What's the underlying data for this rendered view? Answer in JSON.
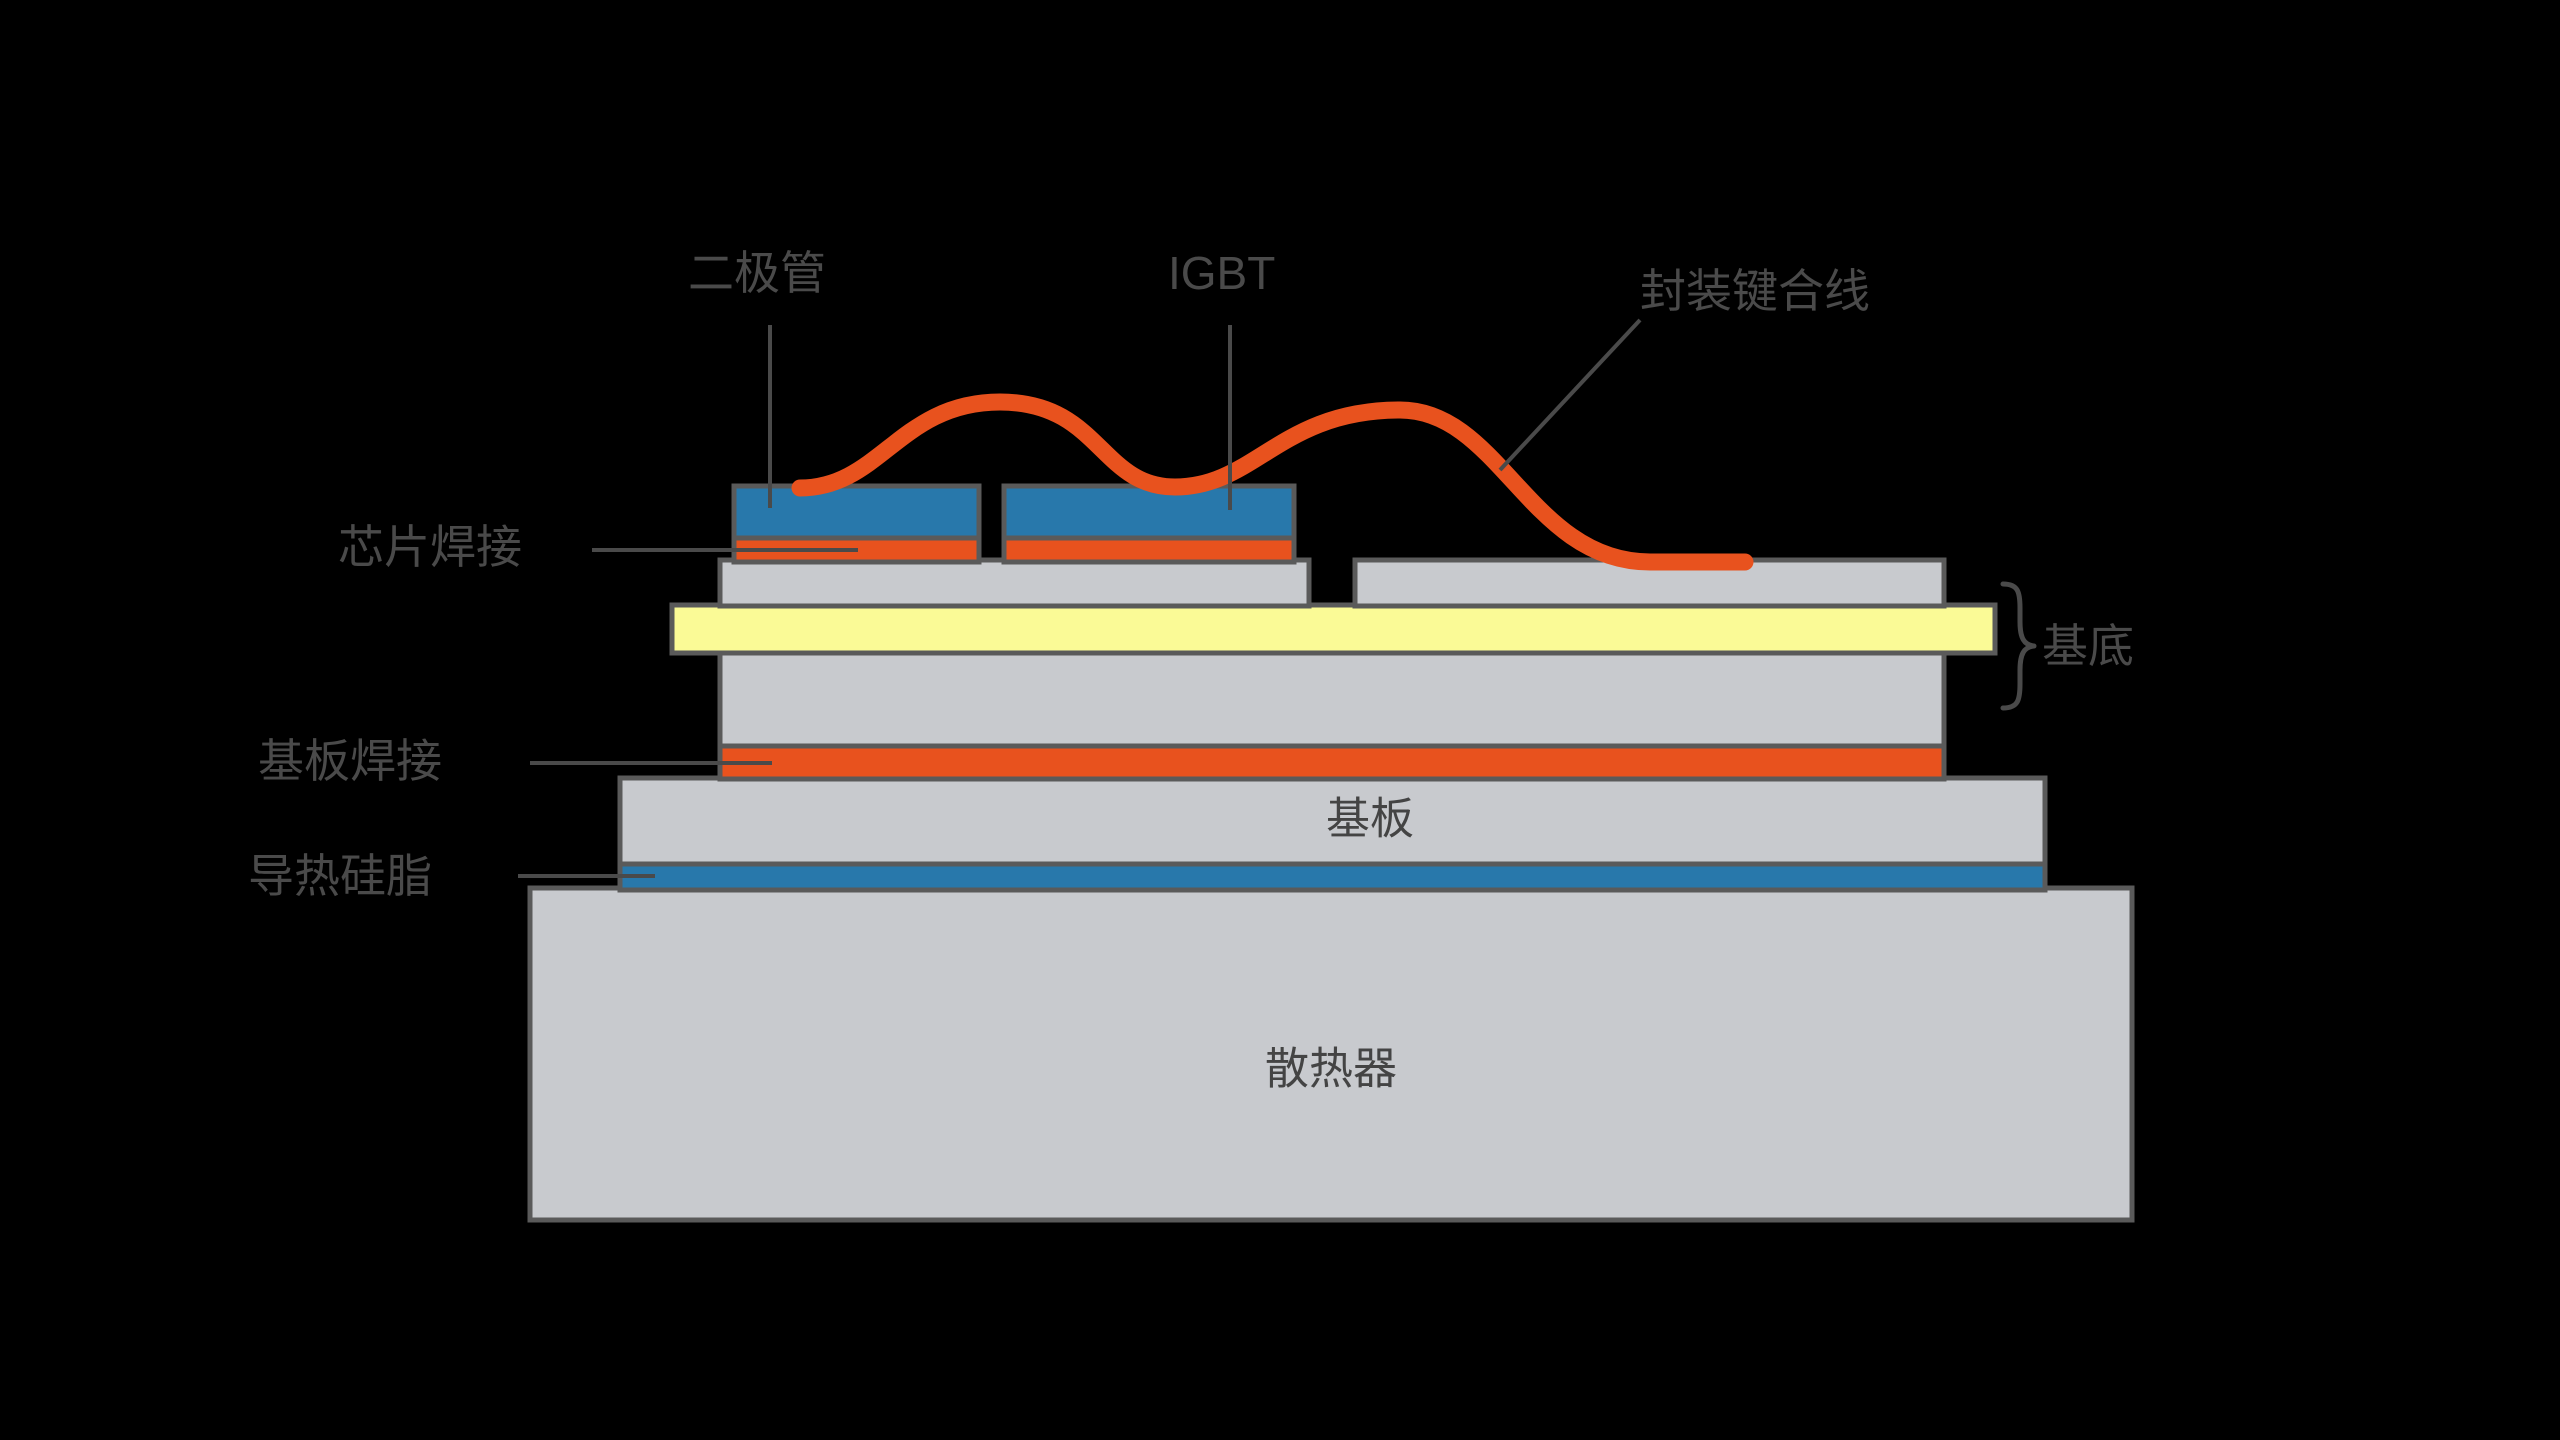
{
  "figure": {
    "title_present": false,
    "background_color": "#000000",
    "description": "Cross-section schematic of an IGBT power module package stack"
  },
  "colors": {
    "die_blue": "#2878AB",
    "solder_orange": "#E8521E",
    "wire_orange": "#E8521E",
    "ceramic_yellow": "#FAFA96",
    "metal_gray": "#C8CACE",
    "outline_gray": "#5A5A5A",
    "label_gray": "#4A4A4A",
    "background": "#000000"
  },
  "callouts": {
    "diode": "二极管",
    "igbt": "IGBT",
    "bond_wire": "封装键合线",
    "die_attach": "芯片焊接",
    "substrate_solder": "基板焊接",
    "thermal_grease": "导热硅脂",
    "substrate_brace": "基底"
  },
  "inner_labels": {
    "baseplate": "基板",
    "heatsink": "散热器"
  },
  "layers": [
    {
      "name": "diode-die",
      "label": "二极管",
      "color": "#2878AB"
    },
    {
      "name": "igbt-die",
      "label": "IGBT",
      "color": "#2878AB"
    },
    {
      "name": "die-attach-solder",
      "label": "芯片焊接",
      "color": "#E8521E"
    },
    {
      "name": "bond-wire",
      "label": "封装键合线",
      "color": "#E8521E"
    },
    {
      "name": "upper-copper-left",
      "label": "基底",
      "color": "#C8CACE"
    },
    {
      "name": "upper-copper-right",
      "label": "基底",
      "color": "#C8CACE"
    },
    {
      "name": "ceramic-insulator",
      "label": "基底",
      "color": "#FAFA96"
    },
    {
      "name": "lower-copper",
      "label": "基底",
      "color": "#C8CACE"
    },
    {
      "name": "substrate-solder",
      "label": "基板焊接",
      "color": "#E8521E"
    },
    {
      "name": "baseplate",
      "label": "基板",
      "color": "#C8CACE"
    },
    {
      "name": "thermal-grease",
      "label": "导热硅脂",
      "color": "#2878AB"
    },
    {
      "name": "heatsink",
      "label": "散热器",
      "color": "#C8CACE"
    }
  ]
}
